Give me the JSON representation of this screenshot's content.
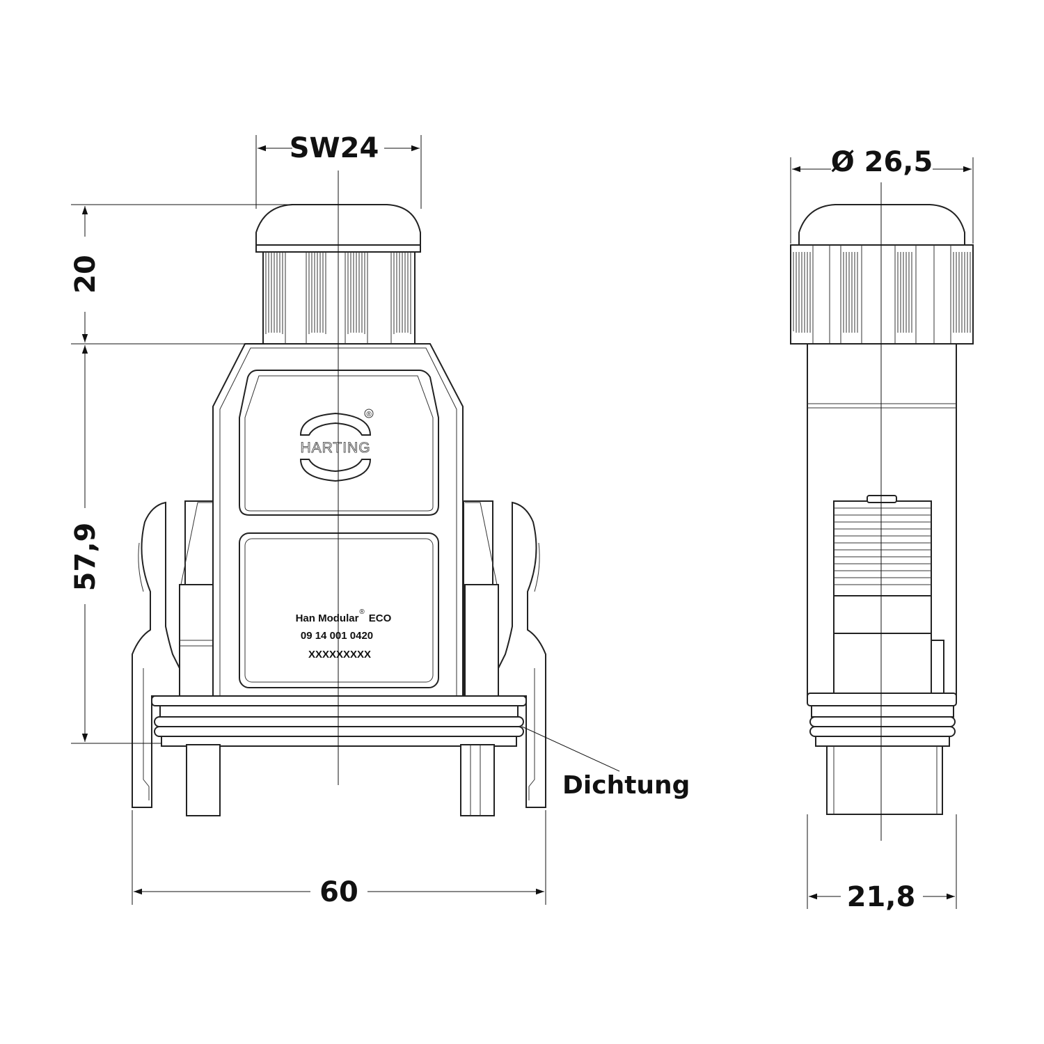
{
  "dimensions": {
    "wrench_size": "SW24",
    "diameter": "Ø 26,5",
    "nut_height": "20",
    "body_height": "57,9",
    "width_front": "60",
    "width_side": "21,8"
  },
  "labels": {
    "seal": "Dichtung"
  },
  "housing_marking": {
    "brand": "HARTING",
    "product_line": "Han Modular",
    "product_suffix": "ECO",
    "part_number": "09 14 001 0420",
    "serial": "XXXXXXXXX",
    "registered_mark": "®"
  }
}
